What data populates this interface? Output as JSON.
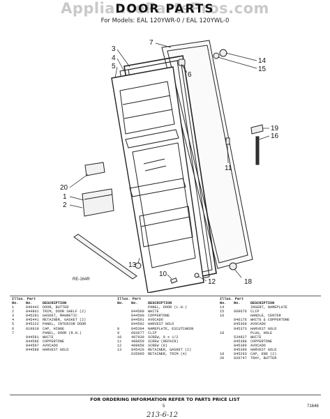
{
  "watermark": "AppliancePartsPros.com",
  "title": "DOOR PARTS",
  "subtitle": "For Models: EAL 120YWR-0 / EAL 120YWL-0",
  "figure_id": "RE-164R",
  "callouts": [
    "1",
    "2",
    "3",
    "4",
    "5",
    "6",
    "7",
    "10",
    "11",
    "12",
    "13",
    "14",
    "15",
    "16",
    "18",
    "19",
    "20"
  ],
  "parts_header": {
    "line1": "Illus. Part",
    "line2_no": "No.",
    "line2_part": "No.",
    "line2_desc": "DESCRIPTION"
  },
  "parts_columns": [
    [
      [
        "1",
        "846442",
        "DOOR, BUTTER"
      ],
      [
        "2",
        "844861",
        "TRIM, DOOR SHELF (2)"
      ],
      [
        "3",
        "845281",
        "GASKET, MAGNETIC"
      ],
      [
        "4",
        "845441",
        "RETAINER, GASKET (2)"
      ],
      [
        "5",
        "845222",
        "PANEL, INTERIOR DOOR"
      ],
      [
        "6",
        "819919",
        "CAP, HINGE"
      ],
      [
        "7",
        "",
        "PANEL, DOOR (R.H.)"
      ],
      [
        "",
        "844581",
        "WHITE"
      ],
      [
        "",
        "844586",
        "COPPERTONE"
      ],
      [
        "",
        "844587",
        "AVOCADO"
      ],
      [
        "",
        "844588",
        "HARVEST GOLD"
      ]
    ],
    [
      [
        "",
        "",
        "PANEL, DOOR (L.H.)"
      ],
      [
        "",
        "844589",
        "WHITE"
      ],
      [
        "",
        "844590",
        "COPPERTONE"
      ],
      [
        "",
        "844591",
        "AVOCADO"
      ],
      [
        "",
        "844592",
        "HARVEST GOLD"
      ],
      [
        "8",
        "845394",
        "NAMEPLATE, ESCUTCHEON"
      ],
      [
        "9",
        "693677",
        "CLIP"
      ],
      [
        "10",
        "487939",
        "SCREW, 8 x 1/2"
      ],
      [
        "11",
        "488859",
        "SCREW (REPAIR)"
      ],
      [
        "12",
        "488858",
        "SCREW (8)"
      ],
      [
        "13",
        "845420",
        "RETAINER, GASKET (2)"
      ],
      [
        "",
        "635995",
        "RETAINER, TRIM (4)"
      ]
    ],
    [
      [
        "14",
        "",
        "INSERT, NAMEPLATE"
      ],
      [
        "15",
        "609676",
        "CLIP"
      ],
      [
        "16",
        "",
        "HANDLE, CENTER"
      ],
      [
        "",
        "846176",
        "WHITE & COPPERTONE"
      ],
      [
        "",
        "845369",
        "AVOCADO"
      ],
      [
        "",
        "845373",
        "HARVEST GOLD"
      ],
      [
        "18",
        "",
        "PLUG, HOLE"
      ],
      [
        "",
        "534927",
        "WHITE"
      ],
      [
        "",
        "845388",
        "COPPERTONE"
      ],
      [
        "",
        "845389",
        "AVOCADO"
      ],
      [
        "",
        "845390",
        "HARVEST GOLD"
      ],
      [
        "19",
        "845293",
        "CAP, END (2)"
      ],
      [
        "20",
        "820747",
        "TRAY, BUTTER"
      ]
    ]
  ],
  "footer": "FOR ORDERING INFORMATION REFER TO PARTS PRICE LIST",
  "page_number": "5",
  "page_code": "71646",
  "handwritten_note": "213-6-12"
}
